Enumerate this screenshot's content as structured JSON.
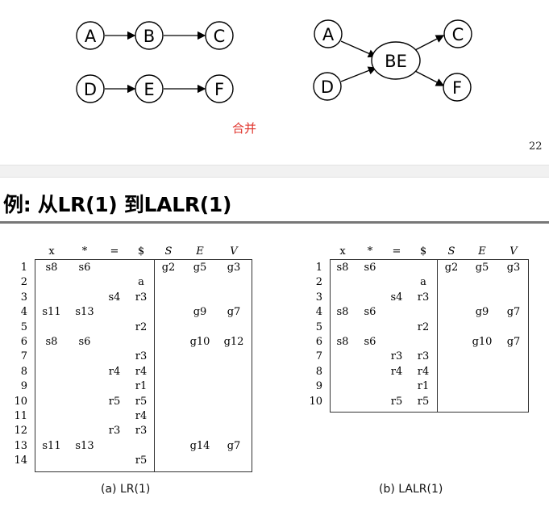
{
  "slide1": {
    "left_graph": {
      "nodes": [
        "A",
        "B",
        "C",
        "D",
        "E",
        "F"
      ]
    },
    "right_graph": {
      "nodes": [
        "A",
        "D",
        "BE",
        "C",
        "F"
      ]
    },
    "merge_label": "合并",
    "page_number": "22"
  },
  "slide2": {
    "title": "例: 从LR(1) 到LALR(1)",
    "lr1": {
      "headers": [
        "x",
        "*",
        "=",
        "$",
        "S",
        "E",
        "V"
      ],
      "rows": [
        [
          "1",
          "s8",
          "s6",
          "",
          "",
          "g2",
          "g5",
          "g3"
        ],
        [
          "2",
          "",
          "",
          "",
          "a",
          "",
          "",
          ""
        ],
        [
          "3",
          "",
          "",
          "s4",
          "r3",
          "",
          "",
          ""
        ],
        [
          "4",
          "s11",
          "s13",
          "",
          "",
          "",
          "g9",
          "g7"
        ],
        [
          "5",
          "",
          "",
          "",
          "r2",
          "",
          "",
          ""
        ],
        [
          "6",
          "s8",
          "s6",
          "",
          "",
          "",
          "g10",
          "g12"
        ],
        [
          "7",
          "",
          "",
          "",
          "r3",
          "",
          "",
          ""
        ],
        [
          "8",
          "",
          "",
          "r4",
          "r4",
          "",
          "",
          ""
        ],
        [
          "9",
          "",
          "",
          "",
          "r1",
          "",
          "",
          ""
        ],
        [
          "10",
          "",
          "",
          "r5",
          "r5",
          "",
          "",
          ""
        ],
        [
          "11",
          "",
          "",
          "",
          "r4",
          "",
          "",
          ""
        ],
        [
          "12",
          "",
          "",
          "r3",
          "r3",
          "",
          "",
          ""
        ],
        [
          "13",
          "s11",
          "s13",
          "",
          "",
          "",
          "g14",
          "g7"
        ],
        [
          "14",
          "",
          "",
          "",
          "r5",
          "",
          "",
          ""
        ]
      ],
      "caption": "(a)   LR(1)"
    },
    "lalr1": {
      "headers": [
        "x",
        "*",
        "=",
        "$",
        "S",
        "E",
        "V"
      ],
      "rows": [
        [
          "1",
          "s8",
          "s6",
          "",
          "",
          "g2",
          "g5",
          "g3"
        ],
        [
          "2",
          "",
          "",
          "",
          "a",
          "",
          "",
          ""
        ],
        [
          "3",
          "",
          "",
          "s4",
          "r3",
          "",
          "",
          ""
        ],
        [
          "4",
          "s8",
          "s6",
          "",
          "",
          "",
          "g9",
          "g7"
        ],
        [
          "5",
          "",
          "",
          "",
          "r2",
          "",
          "",
          ""
        ],
        [
          "6",
          "s8",
          "s6",
          "",
          "",
          "",
          "g10",
          "g7"
        ],
        [
          "7",
          "",
          "",
          "r3",
          "r3",
          "",
          "",
          ""
        ],
        [
          "8",
          "",
          "",
          "r4",
          "r4",
          "",
          "",
          ""
        ],
        [
          "9",
          "",
          "",
          "",
          "r1",
          "",
          "",
          ""
        ],
        [
          "10",
          "",
          "",
          "r5",
          "r5",
          "",
          "",
          ""
        ]
      ],
      "caption": "(b)   LALR(1)"
    }
  }
}
